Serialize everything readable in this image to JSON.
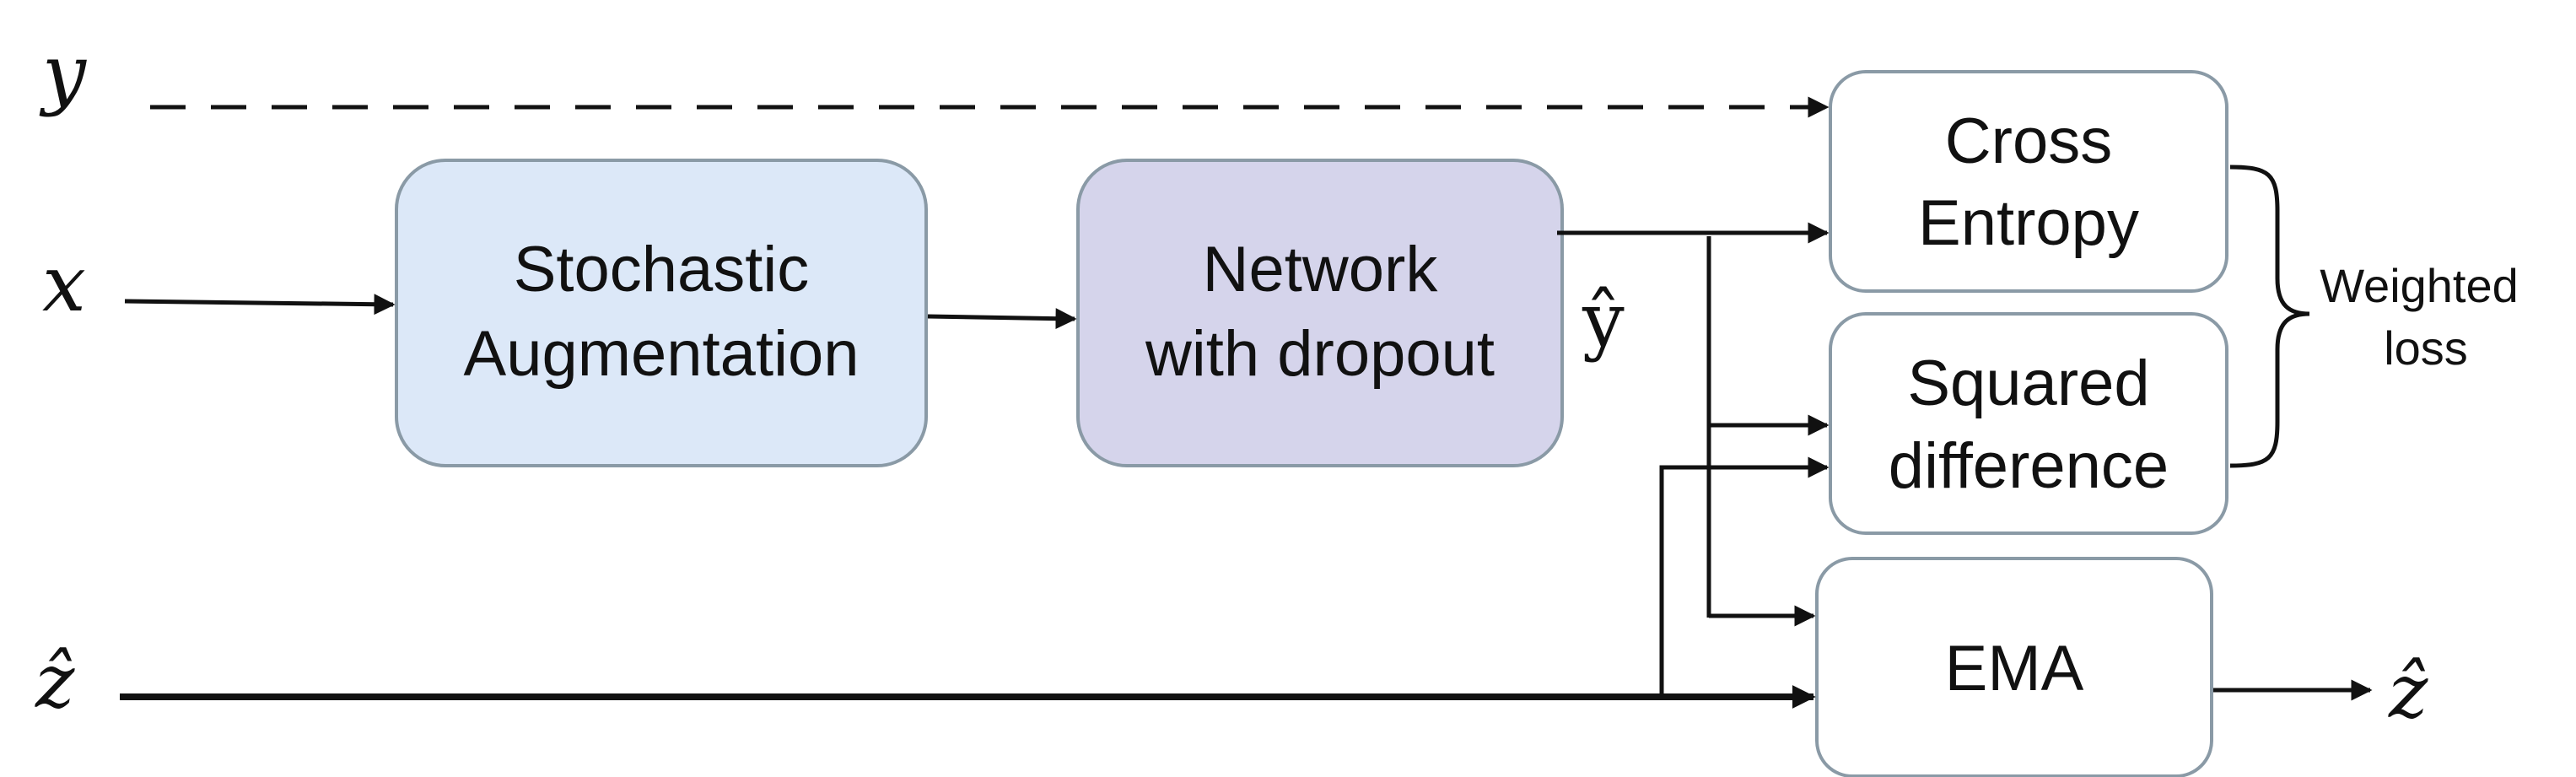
{
  "inputs": {
    "y": "y",
    "x": "x",
    "z_hat": "ẑ"
  },
  "blocks": {
    "augmentation": {
      "line1": "Stochastic",
      "line2": "Augmentation"
    },
    "network": {
      "line1": "Network",
      "line2": "with dropout"
    },
    "cross_entropy": {
      "line1": "Cross",
      "line2": "Entropy"
    },
    "squared_difference": {
      "line1": "Squared",
      "line2": "difference"
    },
    "ema": {
      "label": "EMA"
    }
  },
  "y_hat": "ŷ",
  "output_z_hat": "ẑ",
  "weighted_loss": {
    "line1": "Weighted",
    "line2": "loss"
  },
  "colors": {
    "augmentation_fill": "#dce8f8",
    "network_fill": "#d5d4eb",
    "loss_fill": "#ffffff",
    "box_stroke": "#8a9aa6"
  }
}
